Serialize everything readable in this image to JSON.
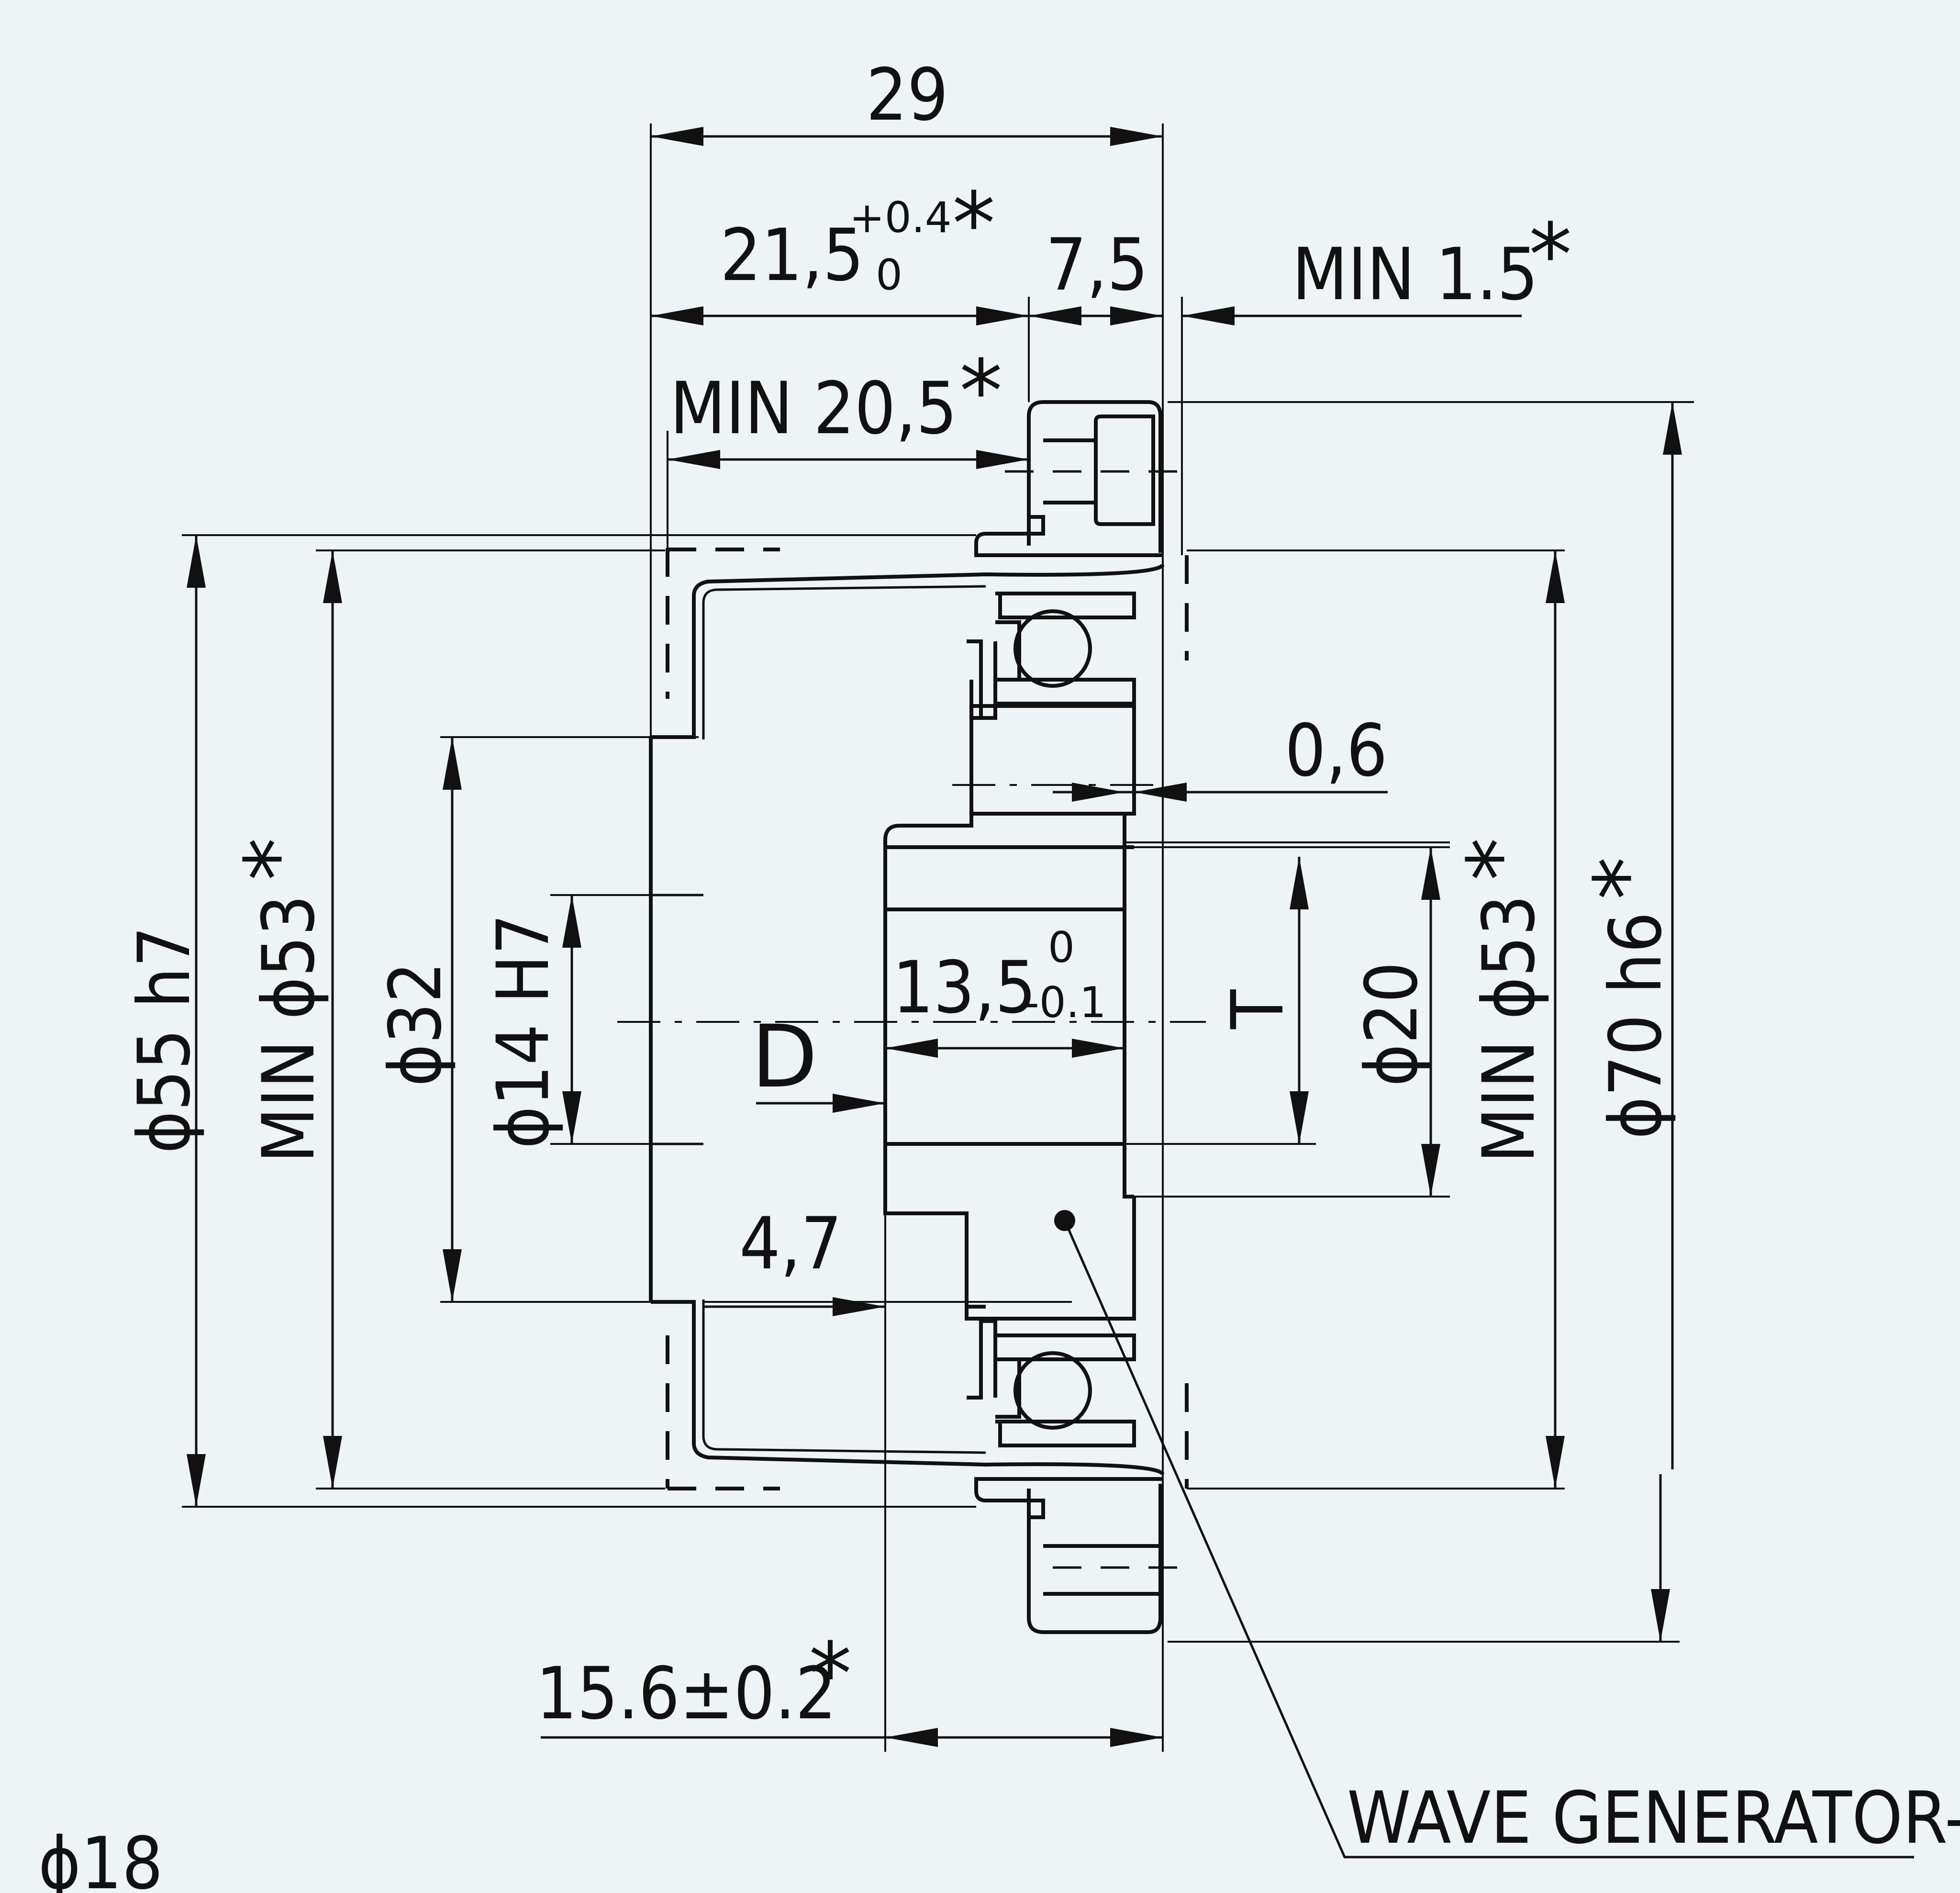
{
  "dimensions": {
    "overall_width": "29",
    "width_21_5": "21,5",
    "width_21_5_tol_upper": "+0.4",
    "width_21_5_tol_lower": "0",
    "width_7_5": "7,5",
    "min_1_5": "MIN 1.5",
    "min_20_5": "MIN 20,5",
    "dia_55": "ϕ55 h7",
    "min_dia_53_left": "MIN ϕ53",
    "dia_32": "ϕ32",
    "dia_14": "ϕ14 H7",
    "dim_0_6": "0,6",
    "dim_13_5": "13,5",
    "dim_13_5_tol_upper": "0",
    "dim_13_5_tol_lower": "-0.1",
    "dim_4_7": "4,7",
    "label_D": "D",
    "label_T": "T",
    "dia_20": "ϕ20",
    "min_dia_53_right": "MIN ϕ53",
    "dia_70": "ϕ70 h6",
    "dim_15_6": "15.6±0.2",
    "dia_18": "ϕ18",
    "asterisk": "*"
  },
  "callouts": {
    "wave_generator": "WAVE GENERATOR-A"
  }
}
